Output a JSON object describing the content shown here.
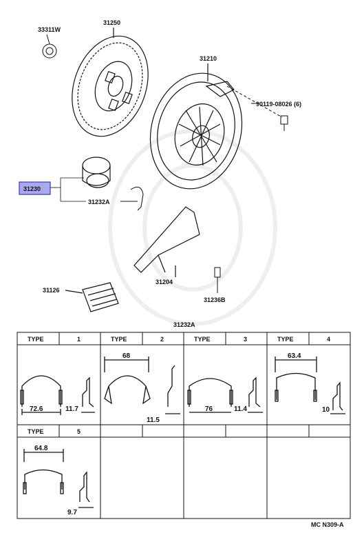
{
  "parts": {
    "p33311w": "33311W",
    "p31250": "31250",
    "p31210": "31210",
    "p90119": "90119-08026 (6)",
    "p31230": "31230",
    "p31232a": "31232A",
    "p31204": "31204",
    "p31126": "31126",
    "p31236b": "31236B"
  },
  "table": {
    "title": "31232A",
    "type_label": "TYPE",
    "types": [
      {
        "num": "1",
        "dims": [
          "72.6",
          "11.7"
        ]
      },
      {
        "num": "2",
        "dims": [
          "68",
          "11.5"
        ]
      },
      {
        "num": "3",
        "dims": [
          "76",
          "11.4"
        ]
      },
      {
        "num": "4",
        "dims": [
          "63.4",
          "10"
        ]
      },
      {
        "num": "5",
        "dims": [
          "64.8",
          "9.7"
        ]
      }
    ]
  },
  "footer": "MC N309-A",
  "colors": {
    "highlight": "#a9a9ee",
    "highlight_border": "#3b3bb0",
    "line": "#111111"
  }
}
